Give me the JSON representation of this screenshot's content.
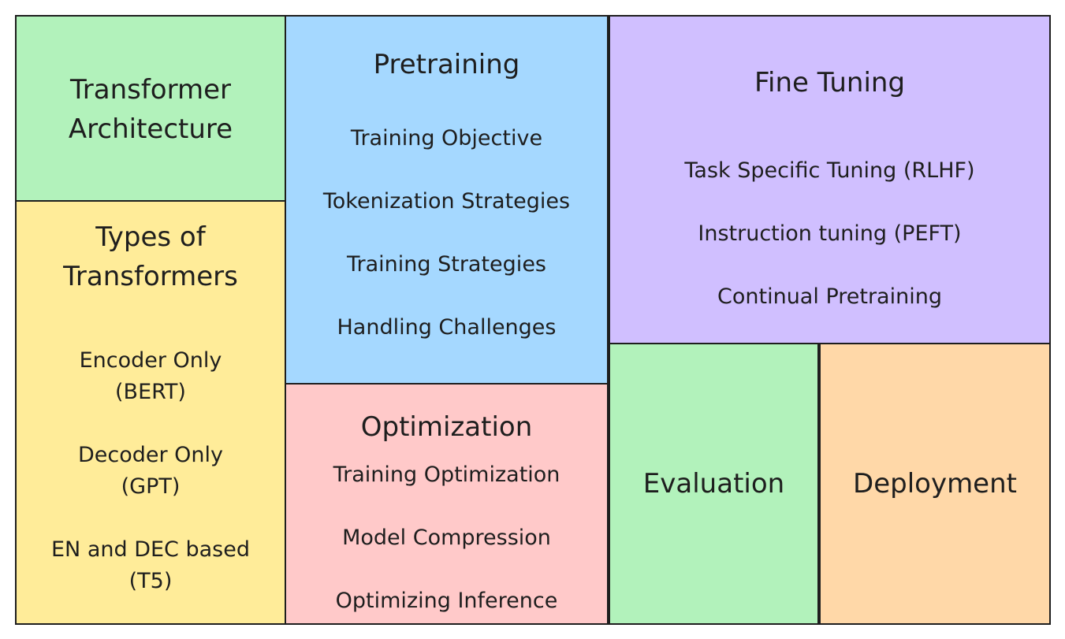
{
  "colors": {
    "green": "#b2f2bb",
    "blue": "#a5d8ff",
    "purple": "#d0bfff",
    "yellow": "#ffec99",
    "pink": "#ffc9c9",
    "orange": "#ffd8a8",
    "stroke": "#1e1e1e"
  },
  "transformer_architecture": {
    "title_line1": "Transformer",
    "title_line2": "Architecture"
  },
  "types_of_transformers": {
    "title_line1": "Types of",
    "title_line2": "Transformers",
    "items": [
      {
        "line1": "Encoder Only",
        "line2": "(BERT)"
      },
      {
        "line1": "Decoder Only",
        "line2": "(GPT)"
      },
      {
        "line1": "EN and DEC based",
        "line2": "(T5)"
      }
    ]
  },
  "pretraining": {
    "title": "Pretraining",
    "items": [
      "Training Objective",
      "Tokenization Strategies",
      "Training Strategies",
      "Handling Challenges"
    ]
  },
  "optimization": {
    "title": "Optimization",
    "items": [
      "Training Optimization",
      "Model Compression",
      "Optimizing Inference"
    ]
  },
  "fine_tuning": {
    "title": "Fine Tuning",
    "items": [
      "Task Specific Tuning (RLHF)",
      "Instruction tuning (PEFT)",
      "Continual Pretraining"
    ]
  },
  "evaluation": {
    "title": "Evaluation"
  },
  "deployment": {
    "title": "Deployment"
  }
}
